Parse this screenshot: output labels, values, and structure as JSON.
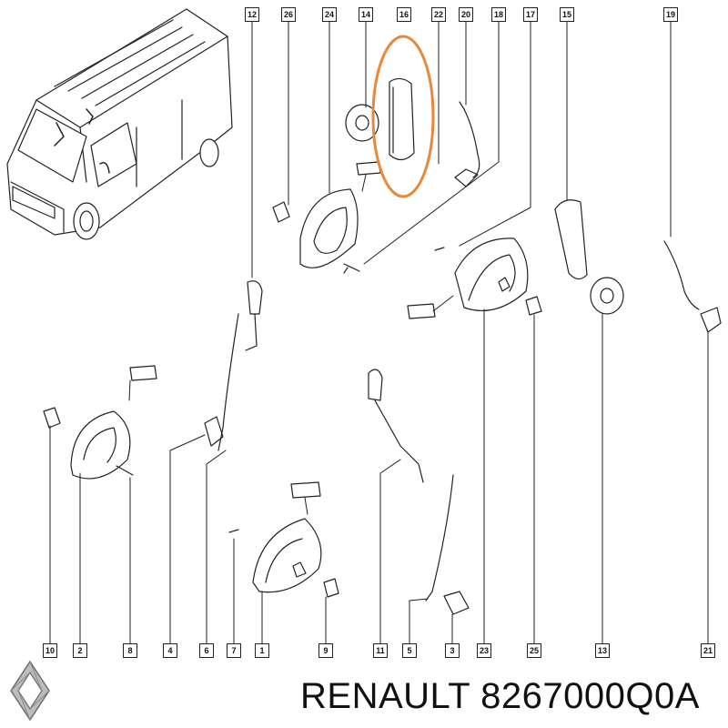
{
  "callouts": {
    "c12": "12",
    "c26": "26",
    "c24": "24",
    "c14": "14",
    "c16": "16",
    "c22": "22",
    "c20": "20",
    "c18": "18",
    "c17": "17",
    "c15": "15",
    "c19": "19",
    "c10": "10",
    "c2": "2",
    "c8": "8",
    "c4": "4",
    "c6": "6",
    "c7": "7",
    "c1": "1",
    "c9": "9",
    "c11": "11",
    "c5": "5",
    "c3": "3",
    "c23": "23",
    "c25": "25",
    "c13": "13",
    "c21": "21"
  },
  "caption": {
    "brand": "RENAULT",
    "part_number": "8267000Q0A"
  },
  "highlight": {
    "part": "16",
    "color": "#e8883a"
  },
  "line_color": "#222222"
}
